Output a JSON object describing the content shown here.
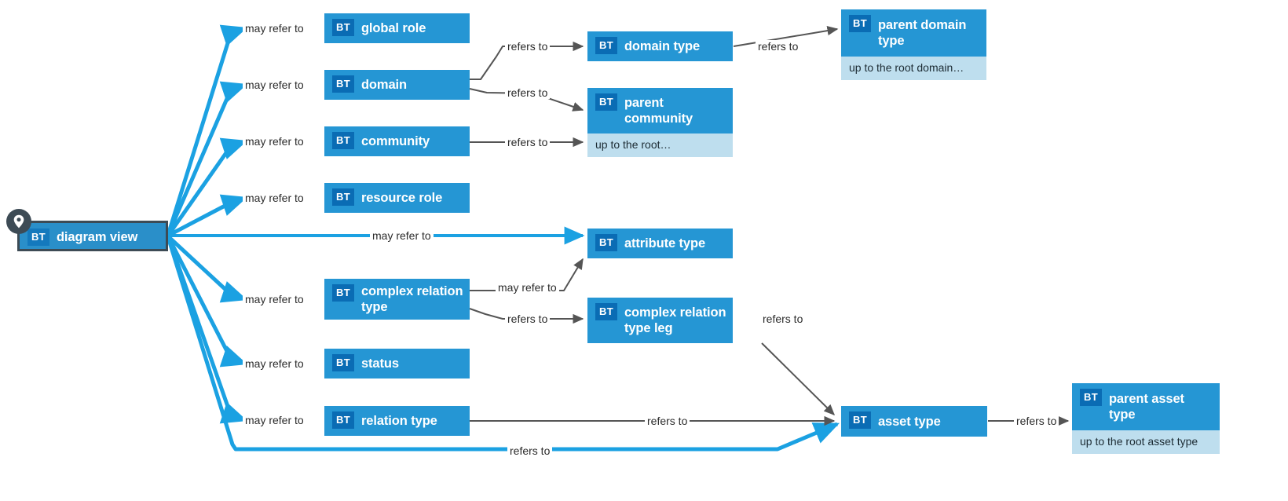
{
  "diagram": {
    "title": "diagram view",
    "badge_text": "BT",
    "colors": {
      "node_fill": "#2596d4",
      "node_badge": "#0a6cb4",
      "node_footer": "#bedeee",
      "root_border": "#3d4b55",
      "primary_edge": "#1ba1e2",
      "secondary_edge": "#555555",
      "pin_badge": "#3d4b55"
    },
    "nodes": [
      {
        "id": "diagram-view",
        "title": "diagram view",
        "badge": "BT",
        "footer": null,
        "root": true
      },
      {
        "id": "global-role",
        "title": "global role",
        "badge": "BT",
        "footer": null,
        "root": false
      },
      {
        "id": "domain",
        "title": "domain",
        "badge": "BT",
        "footer": null,
        "root": false
      },
      {
        "id": "community",
        "title": "community",
        "badge": "BT",
        "footer": null,
        "root": false
      },
      {
        "id": "resource-role",
        "title": "resource role",
        "badge": "BT",
        "footer": null,
        "root": false
      },
      {
        "id": "complex-relation-type",
        "title": "complex relation type",
        "badge": "BT",
        "footer": null,
        "root": false
      },
      {
        "id": "status",
        "title": "status",
        "badge": "BT",
        "footer": null,
        "root": false
      },
      {
        "id": "relation-type",
        "title": "relation type",
        "badge": "BT",
        "footer": null,
        "root": false
      },
      {
        "id": "domain-type",
        "title": "domain type",
        "badge": "BT",
        "footer": null,
        "root": false
      },
      {
        "id": "parent-community",
        "title": "parent community",
        "badge": "BT",
        "footer": "up to the root…",
        "root": false
      },
      {
        "id": "attribute-type",
        "title": "attribute type",
        "badge": "BT",
        "footer": null,
        "root": false
      },
      {
        "id": "complex-relation-type-leg",
        "title": "complex relation type leg",
        "badge": "BT",
        "footer": null,
        "root": false
      },
      {
        "id": "parent-domain-type",
        "title": "parent domain type",
        "badge": "BT",
        "footer": "up to the root domain…",
        "root": false
      },
      {
        "id": "asset-type",
        "title": "asset type",
        "badge": "BT",
        "footer": null,
        "root": false
      },
      {
        "id": "parent-asset-type",
        "title": "parent asset type",
        "badge": "BT",
        "footer": "up to the root asset type",
        "root": false
      }
    ],
    "edges": [
      {
        "id": "e1",
        "from": "diagram-view",
        "to": "global-role",
        "label": "may refer to",
        "style": "primary"
      },
      {
        "id": "e2",
        "from": "diagram-view",
        "to": "domain",
        "label": "may refer to",
        "style": "primary"
      },
      {
        "id": "e3",
        "from": "diagram-view",
        "to": "community",
        "label": "may refer to",
        "style": "primary"
      },
      {
        "id": "e4",
        "from": "diagram-view",
        "to": "resource-role",
        "label": "may refer to",
        "style": "primary"
      },
      {
        "id": "e5",
        "from": "diagram-view",
        "to": "attribute-type",
        "label": "may refer to",
        "style": "primary"
      },
      {
        "id": "e6",
        "from": "diagram-view",
        "to": "complex-relation-type",
        "label": "may refer to",
        "style": "primary"
      },
      {
        "id": "e7",
        "from": "diagram-view",
        "to": "status",
        "label": "may refer to",
        "style": "primary"
      },
      {
        "id": "e8",
        "from": "diagram-view",
        "to": "relation-type",
        "label": "may refer to",
        "style": "primary"
      },
      {
        "id": "e9",
        "from": "diagram-view",
        "to": "asset-type",
        "label": "refers to",
        "style": "primary"
      },
      {
        "id": "e10",
        "from": "domain",
        "to": "domain-type",
        "label": "refers to",
        "style": "secondary"
      },
      {
        "id": "e11",
        "from": "domain",
        "to": "parent-community",
        "label": "refers to",
        "style": "secondary"
      },
      {
        "id": "e12",
        "from": "community",
        "to": "parent-community",
        "label": "refers to",
        "style": "secondary"
      },
      {
        "id": "e13",
        "from": "domain-type",
        "to": "parent-domain-type",
        "label": "refers to",
        "style": "secondary"
      },
      {
        "id": "e14",
        "from": "complex-relation-type",
        "to": "attribute-type",
        "label": "may refer to",
        "style": "secondary"
      },
      {
        "id": "e15",
        "from": "complex-relation-type",
        "to": "complex-relation-type-leg",
        "label": "refers to",
        "style": "secondary"
      },
      {
        "id": "e16",
        "from": "complex-relation-type-leg",
        "to": "asset-type",
        "label": "refers to",
        "style": "secondary"
      },
      {
        "id": "e17",
        "from": "relation-type",
        "to": "asset-type",
        "label": "refers to",
        "style": "secondary"
      },
      {
        "id": "e18",
        "from": "asset-type",
        "to": "parent-asset-type",
        "label": "refers to",
        "style": "secondary"
      }
    ],
    "pin_icon": "map-pin-icon"
  }
}
